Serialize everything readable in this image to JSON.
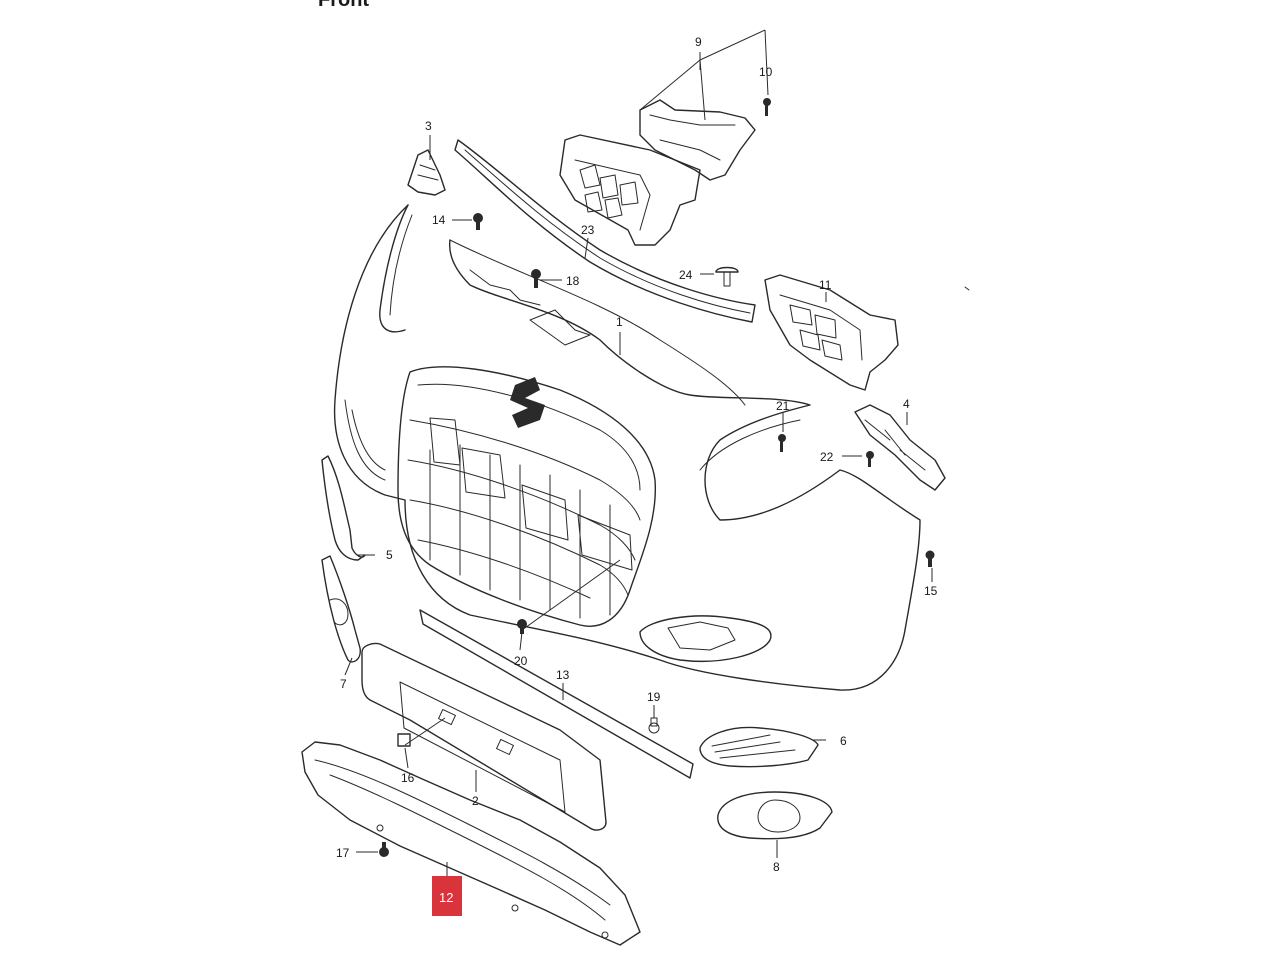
{
  "header_fragment": "Front",
  "highlight_color": "#d9333b",
  "callouts": {
    "c1": "1",
    "c2": "2",
    "c3": "3",
    "c4": "4",
    "c5": "5",
    "c6": "6",
    "c7": "7",
    "c8": "8",
    "c9": "9",
    "c10": "10",
    "c11": "11",
    "c12": "12",
    "c13": "13",
    "c14": "14",
    "c15": "15",
    "c16": "16",
    "c17": "17",
    "c18": "18",
    "c19": "19",
    "c20": "20",
    "c21": "21",
    "c22": "22",
    "c23": "23",
    "c24": "24"
  },
  "highlighted_callout": "12"
}
